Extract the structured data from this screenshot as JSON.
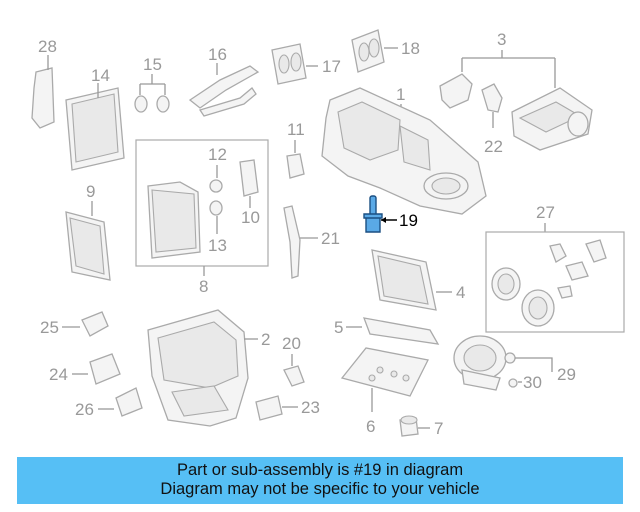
{
  "diagram": {
    "callouts": {
      "c1": "1",
      "c2": "2",
      "c3": "3",
      "c4": "4",
      "c5": "5",
      "c6": "6",
      "c7": "7",
      "c8": "8",
      "c9": "9",
      "c10": "10",
      "c11": "11",
      "c12": "12",
      "c13": "13",
      "c14": "14",
      "c15": "15",
      "c16": "16",
      "c17": "17",
      "c18": "18",
      "c19": "19",
      "c20": "20",
      "c21": "21",
      "c22": "22",
      "c23": "23",
      "c24": "24",
      "c25": "25",
      "c26": "26",
      "c27": "27",
      "c28": "28",
      "c29": "29",
      "c30": "30"
    },
    "highlighted_part": "19",
    "colors": {
      "highlight": "#5aa9e6",
      "banner": "#56bff5",
      "part_gray": "#aaaaaa"
    }
  },
  "banner": {
    "line1": "Part or sub-assembly is #19 in diagram",
    "line2": "Diagram may not be specific to your vehicle"
  }
}
